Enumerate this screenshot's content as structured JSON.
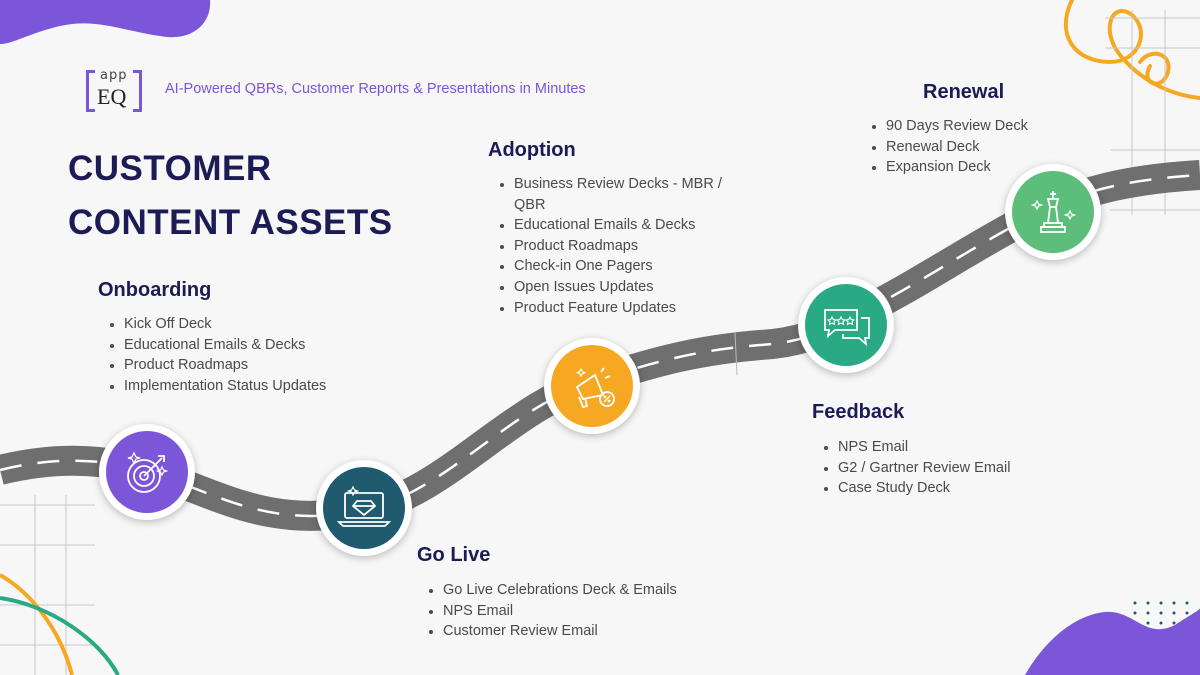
{
  "brand": {
    "app_word": "app",
    "eq_word": "EQ",
    "tagline": "AI-Powered QBRs, Customer Reports & Presentations in Minutes"
  },
  "title": {
    "line1": "CUSTOMER",
    "line2": "CONTENT ASSETS"
  },
  "colors": {
    "accent": "#7b56d8",
    "title": "#1b1b55",
    "road": "#6f6f6f",
    "onboarding": "#7b56d8",
    "golive": "#1f5a6e",
    "adoption": "#f7a823",
    "feedback": "#2aa985",
    "renewal": "#5dbd7a"
  },
  "stages": {
    "onboarding": {
      "title": "Onboarding",
      "icon": "target-icon",
      "items": [
        "Kick Off Deck",
        "Educational Emails & Decks",
        "Product Roadmaps",
        "Implementation Status Updates"
      ]
    },
    "golive": {
      "title": "Go Live",
      "icon": "laptop-diamond-icon",
      "items": [
        "Go Live Celebrations Deck & Emails",
        "NPS Email",
        "Customer Review Email"
      ]
    },
    "adoption": {
      "title": "Adoption",
      "icon": "megaphone-icon",
      "items": [
        "Business Review Decks - MBR / QBR",
        "Educational Emails & Decks",
        "Product Roadmaps",
        "Check-in One Pagers",
        "Open Issues Updates",
        "Product Feature Updates"
      ]
    },
    "feedback": {
      "title": "Feedback",
      "icon": "chat-rating-icon",
      "items": [
        "NPS Email",
        "G2 / Gartner Review Email",
        "Case Study Deck"
      ]
    },
    "renewal": {
      "title": "Renewal",
      "icon": "chess-king-icon",
      "items": [
        "90 Days Review Deck",
        "Renewal Deck",
        "Expansion Deck"
      ]
    }
  }
}
